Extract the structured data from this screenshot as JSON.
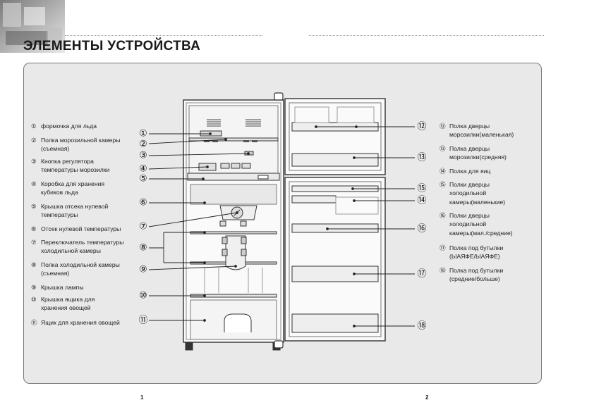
{
  "page": {
    "title": "ЭЛЕМЕНТЫ УСТРОЙСТВА",
    "page_left": "1",
    "page_right": "2"
  },
  "legend_left": [
    {
      "num": "①",
      "text": "формочка для льда"
    },
    {
      "num": "②",
      "text": "Полка морозильной камеры\n(съемная)"
    },
    {
      "num": "③",
      "text": "Кнопка регулятора\nтемпературы морозилки"
    },
    {
      "num": "④",
      "text": "Коробка для хранения\nкубиков льда"
    },
    {
      "num": "⑤",
      "text": "Крышка отсека нулевой\nтемпературы"
    },
    {
      "num": "⑥",
      "text": "Отсек нулевой температуры"
    },
    {
      "num": "⑦",
      "text": "Переключатель температуры\nхолодильной камеры"
    },
    {
      "num": "⑧",
      "text": "Полка холодильной камеры\n(съемная)"
    },
    {
      "num": "⑨",
      "text": "Крышка лампы"
    },
    {
      "num": "⑩",
      "text": "Крышка ящика для\nхранения овощей"
    },
    {
      "num": "⑪",
      "text": "Ящик для хранения овощей"
    }
  ],
  "legend_right": [
    {
      "num": "⑫",
      "text": "Полка дверцы\nморозилки(маленькая)"
    },
    {
      "num": "⑬",
      "text": "Полка дверцы\nморозилки(средняя)"
    },
    {
      "num": "⑭",
      "text": "Полка для яиц"
    },
    {
      "num": "⑮",
      "text": "Полки дверцы\nхолодильной\nкамеры(маленькие)"
    },
    {
      "num": "⑯",
      "text": "Полки дверцы\nхолодильной\nкамеры(мал./средние)"
    },
    {
      "num": "⑰",
      "text": "Полка под бутылки\n(ЫАЯФЕ/ЫАЯФЕ)"
    },
    {
      "num": "⑱",
      "text": "Полка под бутылки\n(средние/больше)"
    }
  ],
  "callouts": [
    "①",
    "②",
    "③",
    "④",
    "⑤",
    "⑥",
    "⑦",
    "⑧",
    "⑨",
    "⑩",
    "⑪",
    "⑫",
    "⑬",
    "⑭",
    "⑮",
    "⑯",
    "⑰",
    "⑱"
  ]
}
